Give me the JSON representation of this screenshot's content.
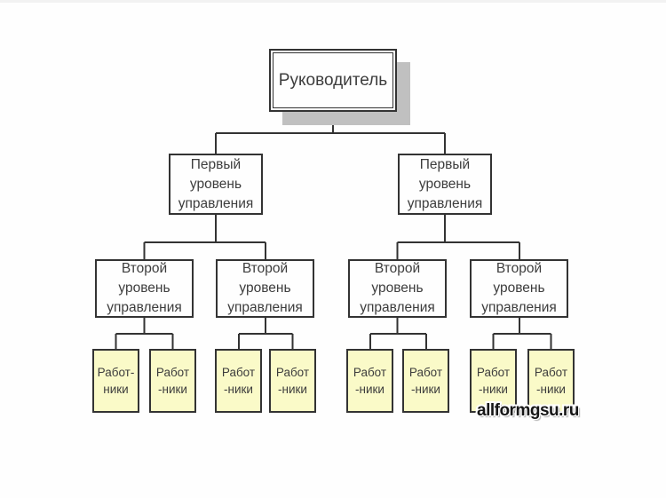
{
  "page": {
    "watermark": "allformgsu.ru"
  },
  "colors": {
    "background": "#fefefe",
    "box_border": "#333333",
    "box_fill": "#fefefe",
    "worker_fill": "#fafac8",
    "connector": "#333333",
    "text": "#3d3d3d",
    "root_shadow": "#c0c0c0"
  },
  "org_chart": {
    "type": "tree",
    "root": {
      "label": "Руководитель"
    },
    "level1": [
      {
        "label": "Первый\nуровень\nуправления"
      },
      {
        "label": "Первый\nуровень\nуправления"
      }
    ],
    "level2": [
      {
        "label": "Второй\nуровень\nуправления"
      },
      {
        "label": "Второй\nуровень\nуправления"
      },
      {
        "label": "Второй\nуровень\nуправления"
      },
      {
        "label": "Второй\nуровень\nуправления"
      }
    ],
    "workers": [
      {
        "label": "Работ-\nники"
      },
      {
        "label": "Работ\n-ники"
      },
      {
        "label": "Работ\n-ники"
      },
      {
        "label": "Работ\n-ники"
      },
      {
        "label": "Работ\n-ники"
      },
      {
        "label": "Работ\n-ники"
      },
      {
        "label": "Работ\n-ники"
      },
      {
        "label": "Работ\n-ники"
      }
    ]
  }
}
